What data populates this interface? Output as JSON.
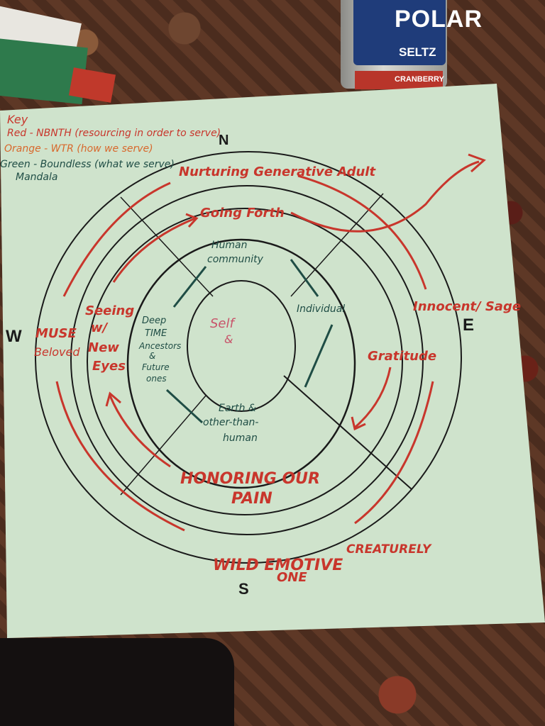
{
  "bottle": {
    "brand": "POLAR",
    "subtitle": "SELTZ",
    "flavor": "CRANBERRY"
  },
  "key": {
    "title": "Key",
    "red": "Red - NBNTH (resourcing in order to serve)",
    "orange": "Orange - WTR (how we serve)",
    "green": "Green - Boundless (what we serve)",
    "green_cont": "Mandala"
  },
  "directions": {
    "north": "N",
    "south": "S",
    "east": "E",
    "west": "W"
  },
  "outer_ring": {
    "north": "Nurturing Generative Adult",
    "east": "Innocent/ Sage",
    "south_1": "WILD EMOTIVE",
    "south_2": "ONE",
    "south_3": "CREATURELY",
    "west_1": "MUSE",
    "west_2": "Beloved"
  },
  "middle_ring": {
    "north": "Going Forth",
    "east": "Gratitude",
    "south_1": "HONORING OUR",
    "south_2": "PAIN",
    "west_1": "Seeing",
    "west_2": "w/",
    "west_3": "New",
    "west_4": "Eyes"
  },
  "inner_ring": {
    "north_1": "Human",
    "north_2": "community",
    "east": "Individual",
    "south_1": "Earth &",
    "south_2": "other-than-",
    "south_3": "human",
    "west_1": "Deep",
    "west_2": "TIME",
    "west_3": "Ancestors",
    "west_4": "&",
    "west_5": "Future",
    "west_6": "ones"
  },
  "center": {
    "line1": "Self",
    "line2": "&"
  },
  "colors": {
    "paper": "#cfe3cc",
    "red": "#c8362c",
    "green": "#1f4d45",
    "black": "#1a1a1a"
  }
}
